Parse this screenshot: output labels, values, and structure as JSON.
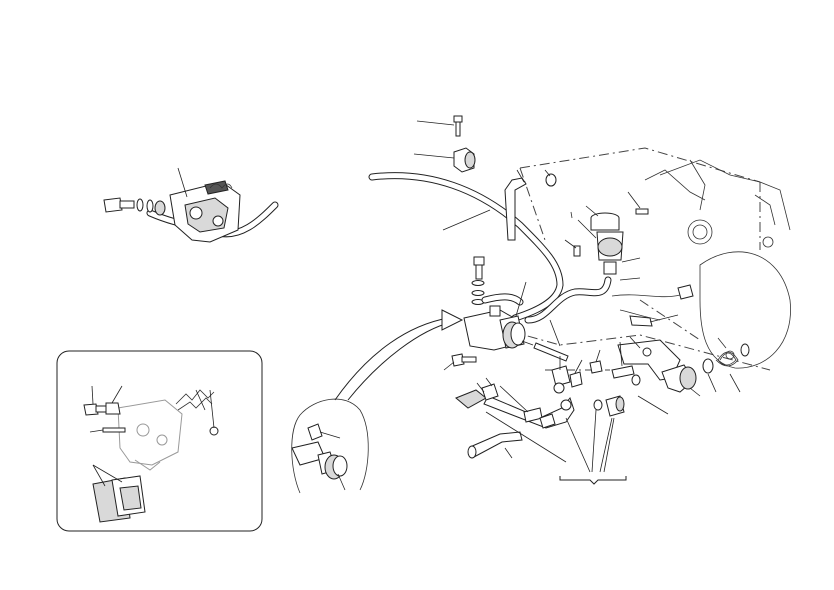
{
  "diagram": {
    "inset_panel": {
      "present": true
    },
    "detail_bubble": {
      "present": true
    },
    "bracket_group": {
      "present": true
    }
  },
  "colors": {
    "line": "#222222",
    "fill": "#ffffff",
    "shade": "#d9d9d9",
    "dark": "#555555"
  },
  "icon_names": [
    "caliper",
    "master-cylinder",
    "reservoir",
    "brake-pedal",
    "spring",
    "banjo-bolt",
    "brake-pads",
    "hose"
  ]
}
